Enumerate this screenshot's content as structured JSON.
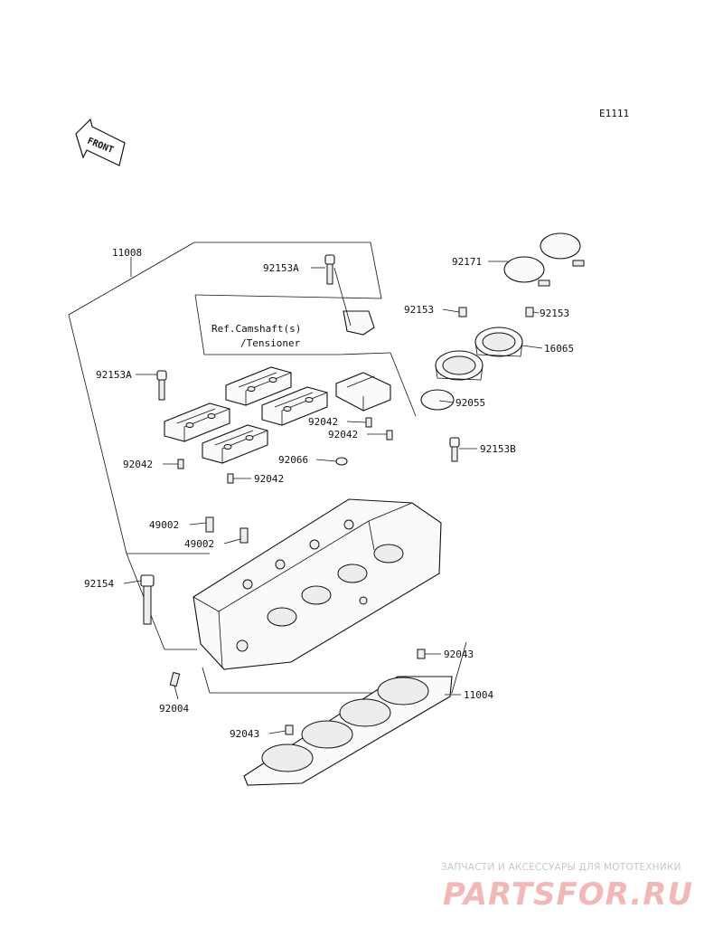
{
  "diagram_code": "E1111",
  "front_label": "FRONT",
  "reference_note": {
    "line1": "Ref.Camshaft(s)",
    "line2": "/Tensioner"
  },
  "part_labels": [
    {
      "id": "11008",
      "text": "11008"
    },
    {
      "id": "92153A-top",
      "text": "92153A"
    },
    {
      "id": "92171",
      "text": "92171"
    },
    {
      "id": "92153-left",
      "text": "92153"
    },
    {
      "id": "92153-right",
      "text": "92153"
    },
    {
      "id": "16065",
      "text": "16065"
    },
    {
      "id": "92153A-left",
      "text": "92153A"
    },
    {
      "id": "92055",
      "text": "92055"
    },
    {
      "id": "92042-a",
      "text": "92042"
    },
    {
      "id": "92042-b",
      "text": "92042"
    },
    {
      "id": "92153B",
      "text": "92153B"
    },
    {
      "id": "92066",
      "text": "92066"
    },
    {
      "id": "92042-c",
      "text": "92042"
    },
    {
      "id": "92042-d",
      "text": "92042"
    },
    {
      "id": "49002-a",
      "text": "49002"
    },
    {
      "id": "49002-b",
      "text": "49002"
    },
    {
      "id": "92154",
      "text": "92154"
    },
    {
      "id": "92043-a",
      "text": "92043"
    },
    {
      "id": "11004",
      "text": "11004"
    },
    {
      "id": "92004",
      "text": "92004"
    },
    {
      "id": "92043-b",
      "text": "92043"
    }
  ],
  "watermark": {
    "tagline": "ЗАПЧАСТИ И АКСЕССУАРЫ ДЛЯ МОТОТЕХНИКИ",
    "logo": "PARTSFOR.RU"
  }
}
